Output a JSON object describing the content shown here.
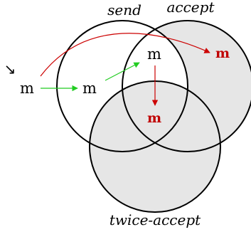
{
  "sets": {
    "send": {
      "label": "send",
      "fill": "#ffffff"
    },
    "accept": {
      "label": "accept",
      "fill": "#e6e6e6"
    },
    "twice_accept": {
      "label": "twice-accept",
      "fill": "#e6e6e6"
    }
  },
  "messages": {
    "outside": "m",
    "send_only": "m",
    "send_accept": "m",
    "accept_region": "m",
    "all_three": "m"
  },
  "colors": {
    "circle_stroke": "#000000",
    "arrow_green": "#22cc22",
    "arrow_red": "#cc0000",
    "text_red": "#c00000"
  },
  "arrows": {
    "entry": "↘"
  }
}
